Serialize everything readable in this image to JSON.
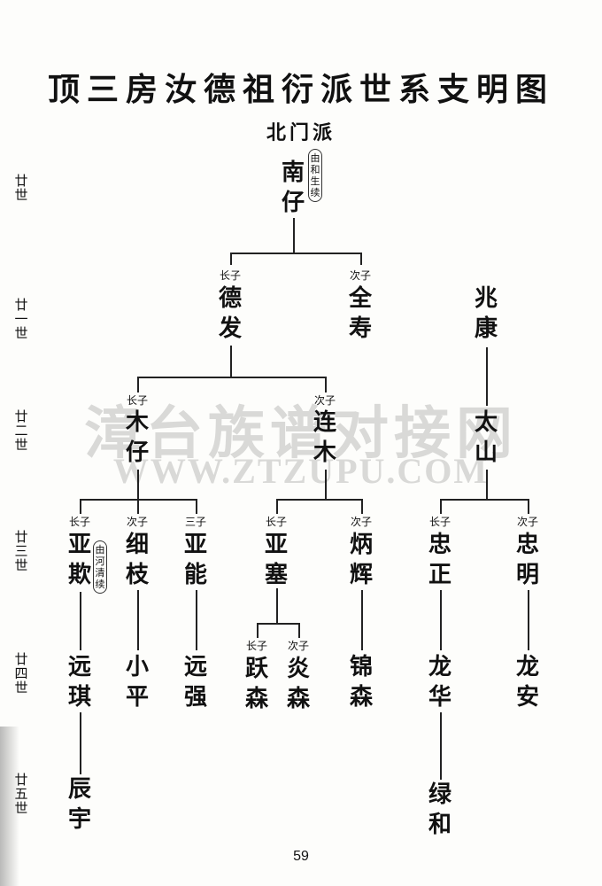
{
  "title": "顶三房汝德祖衍派世系支明图",
  "subtitle": "北门派",
  "generations": [
    "廿世",
    "廿一世",
    "廿二世",
    "廿三世",
    "廿四世",
    "廿五世"
  ],
  "watermark": {
    "cn": "漳台族谱对接网",
    "url": "WWW.ZTZUPU.COM"
  },
  "page_number": "59",
  "people": {
    "nanzai": {
      "name": "南仔",
      "note": "由和生续"
    },
    "defa": {
      "rank": "长子",
      "name": "德发"
    },
    "quanshou": {
      "rank": "次子",
      "name": "全寿"
    },
    "zhaokang": {
      "name": "兆康"
    },
    "muzai": {
      "rank": "长子",
      "name": "木仔"
    },
    "lianmu": {
      "rank": "次子",
      "name": "连木"
    },
    "taishan": {
      "name": "太山"
    },
    "yaqi": {
      "rank": "长子",
      "name": "亚欺",
      "note": "由河清续"
    },
    "xizhi": {
      "rank": "次子",
      "name": "细枝"
    },
    "yaneng": {
      "rank": "三子",
      "name": "亚能"
    },
    "yasai": {
      "rank": "长子",
      "name": "亚塞"
    },
    "binghui": {
      "rank": "次子",
      "name": "炳辉"
    },
    "zhongzheng": {
      "rank": "长子",
      "name": "忠正"
    },
    "zhongming": {
      "rank": "次子",
      "name": "忠明"
    },
    "yuanqi": {
      "name": "远琪"
    },
    "xiaoping": {
      "name": "小平"
    },
    "yuanqiang": {
      "name": "远强"
    },
    "yuesen": {
      "rank": "长子",
      "name": "跃森"
    },
    "yansen": {
      "rank": "次子",
      "name": "炎森"
    },
    "jinsen": {
      "name": "锦森"
    },
    "longhua": {
      "name": "龙华"
    },
    "longan": {
      "name": "龙安"
    },
    "chenyu": {
      "name": "辰宇"
    },
    "lvhe": {
      "name": "绿和"
    }
  }
}
